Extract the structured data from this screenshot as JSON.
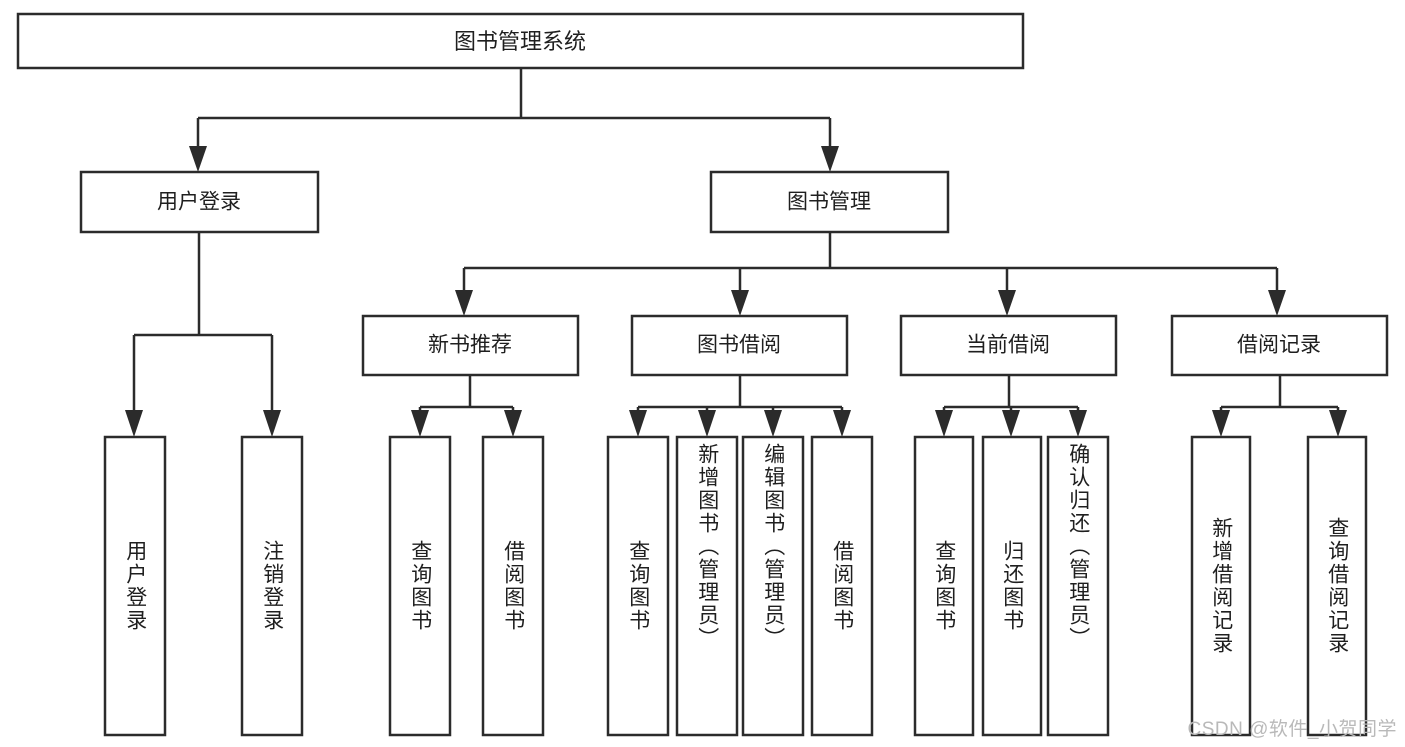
{
  "diagram": {
    "title": "图书管理系统",
    "watermark": "CSDN @软件_小贺同学",
    "stroke_color": "#2b2b2b",
    "fill_color": "#ffffff",
    "text_color": "#1f1f1f",
    "watermark_color": "#b9b9b9",
    "root": {
      "label": "图书管理系统"
    },
    "level2": [
      {
        "label": "用户登录"
      },
      {
        "label": "图书管理"
      }
    ],
    "level3": [
      {
        "label": "新书推荐"
      },
      {
        "label": "图书借阅"
      },
      {
        "label": "当前借阅"
      },
      {
        "label": "借阅记录"
      }
    ],
    "leaves": {
      "user_login": [
        {
          "label": "用户登录"
        },
        {
          "label": "注销登录"
        }
      ],
      "new_book_recommend": [
        {
          "label": "查询图书"
        },
        {
          "label": "借阅图书"
        }
      ],
      "book_borrow": [
        {
          "label": "查询图书"
        },
        {
          "label": "新增图书（管理员）"
        },
        {
          "label": "编辑图书（管理员）"
        },
        {
          "label": "借阅图书"
        }
      ],
      "current_borrow": [
        {
          "label": "查询图书"
        },
        {
          "label": "归还图书"
        },
        {
          "label": "确认归还（管理员）"
        }
      ],
      "borrow_record": [
        {
          "label": "新增借阅记录"
        },
        {
          "label": "查询借阅记录"
        }
      ]
    }
  }
}
